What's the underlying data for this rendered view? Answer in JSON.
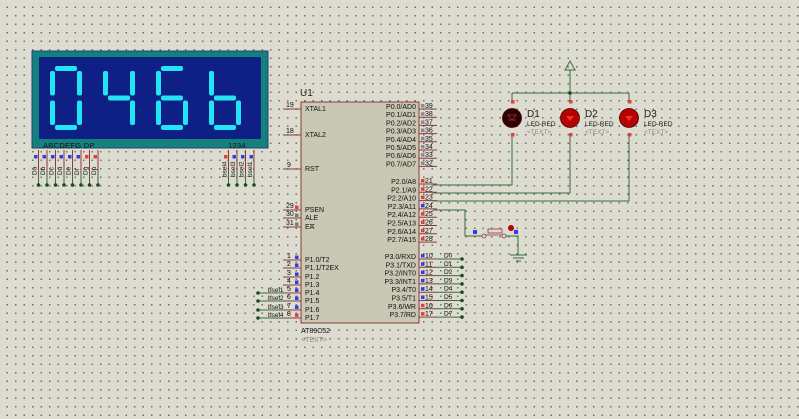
{
  "display": {
    "digits": [
      "0",
      "4",
      "6",
      "b"
    ],
    "segment_label": "ABCDEFG  DP",
    "digit_label": "1234",
    "segment_pins": [
      "Da",
      "Db",
      "Dc",
      "Dd",
      "De",
      "Df",
      "Dg",
      "Dp"
    ],
    "select_pins": [
      "bsel4",
      "bsel3",
      "bsel2",
      "bsel1"
    ],
    "colors": {
      "frame": "#14827c",
      "face": "#0e1f86",
      "segment_on": "#22e4f2"
    }
  },
  "mcu": {
    "ref": "U1",
    "part": "AT89C52",
    "text": "<TEXT>",
    "left_pins": [
      {
        "num": "19",
        "name": "XTAL1"
      },
      {
        "num": "18",
        "name": "XTAL2"
      },
      {
        "num": "9",
        "name": "RST"
      },
      {
        "num": "29",
        "name": "PSEN"
      },
      {
        "num": "30",
        "name": "ALE"
      },
      {
        "num": "31",
        "name": "EA"
      },
      {
        "num": "1",
        "name": "P1.0/T2"
      },
      {
        "num": "2",
        "name": "P1.1/T2EX"
      },
      {
        "num": "3",
        "name": "P1.2"
      },
      {
        "num": "4",
        "name": "P1.3"
      },
      {
        "num": "5",
        "name": "P1.4",
        "net": "bsel1"
      },
      {
        "num": "6",
        "name": "P1.5",
        "net": "bsel2"
      },
      {
        "num": "7",
        "name": "P1.6",
        "net": "bsel3"
      },
      {
        "num": "8",
        "name": "P1.7",
        "net": "bsel4"
      }
    ],
    "right_pins": [
      {
        "num": "39",
        "name": "P0.0/AD0"
      },
      {
        "num": "38",
        "name": "P0.1/AD1"
      },
      {
        "num": "37",
        "name": "P0.2/AD2"
      },
      {
        "num": "36",
        "name": "P0.3/AD3"
      },
      {
        "num": "35",
        "name": "P0.4/AD4"
      },
      {
        "num": "34",
        "name": "P0.5/AD5"
      },
      {
        "num": "33",
        "name": "P0.6/AD6"
      },
      {
        "num": "32",
        "name": "P0.7/AD7"
      },
      {
        "num": "21",
        "name": "P2.0/A8"
      },
      {
        "num": "22",
        "name": "P2.1/A9"
      },
      {
        "num": "23",
        "name": "P2.2/A10"
      },
      {
        "num": "24",
        "name": "P2.3/A11"
      },
      {
        "num": "25",
        "name": "P2.4/A12"
      },
      {
        "num": "26",
        "name": "P2.5/A13"
      },
      {
        "num": "27",
        "name": "P2.6/A14"
      },
      {
        "num": "28",
        "name": "P2.7/A15"
      },
      {
        "num": "10",
        "name": "P3.0/RXD",
        "net": "D0"
      },
      {
        "num": "11",
        "name": "P3.1/TXD",
        "net": "D1"
      },
      {
        "num": "12",
        "name": "P3.2/INT0",
        "net": "D2"
      },
      {
        "num": "13",
        "name": "P3.3/INT1",
        "net": "D3"
      },
      {
        "num": "14",
        "name": "P3.4/T0",
        "net": "D4"
      },
      {
        "num": "15",
        "name": "P3.5/T1",
        "net": "D5"
      },
      {
        "num": "16",
        "name": "P3.6/WR",
        "net": "D6"
      },
      {
        "num": "17",
        "name": "P3.7/RD",
        "net": "D7"
      }
    ]
  },
  "leds": [
    {
      "ref": "D1",
      "part": "LED-RED",
      "text": "<TEXT>",
      "state": "off"
    },
    {
      "ref": "D2",
      "part": "LED-RED",
      "text": "<TEXT>",
      "state": "on"
    },
    {
      "ref": "D3",
      "part": "LED-RED",
      "text": "<TEXT>",
      "state": "on"
    }
  ],
  "colors": {
    "canvas": "#dcdcd0",
    "wire": "#3c6b3c",
    "component_outline": "#8b3a3a",
    "component_fill": "#c8c8b4",
    "pin_high": "#e04040",
    "pin_low": "#3a3ae0"
  }
}
